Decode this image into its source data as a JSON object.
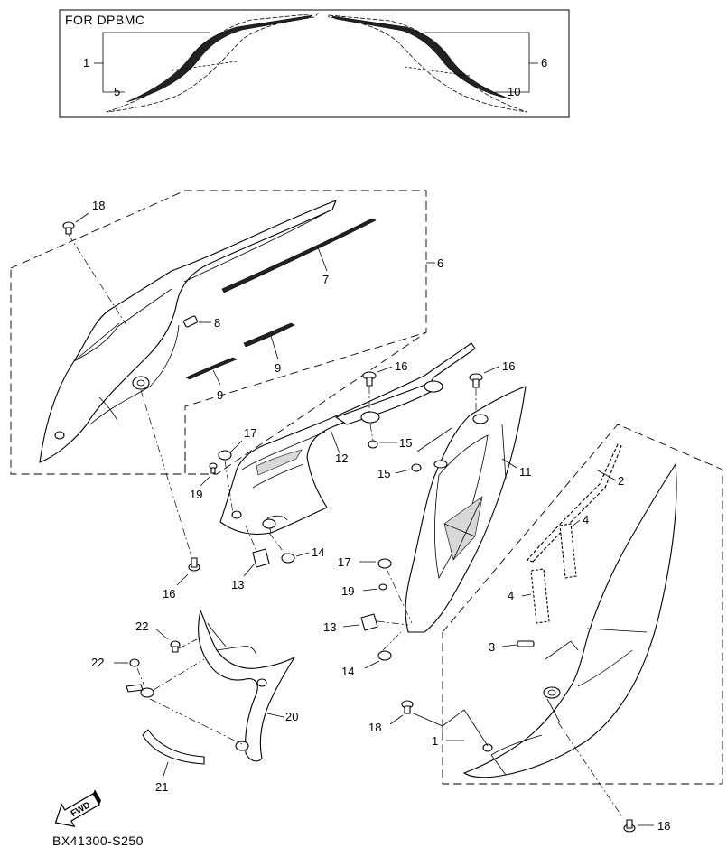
{
  "inset": {
    "title": "FOR DPBMC"
  },
  "callouts": {
    "c1_inset": "1",
    "c5": "5",
    "c6_inset": "6",
    "c10": "10",
    "c18_top": "18",
    "c6": "6",
    "c7": "7",
    "c8": "8",
    "c9_a": "9",
    "c9_b": "9",
    "c16_a": "16",
    "c16_b": "16",
    "c16_c": "16",
    "c17_a": "17",
    "c17_b": "17",
    "c12": "12",
    "c15_a": "15",
    "c15_b": "15",
    "c11": "11",
    "c19_a": "19",
    "c19_b": "19",
    "c13_a": "13",
    "c13_b": "13",
    "c14_a": "14",
    "c14_b": "14",
    "c2": "2",
    "c4_a": "4",
    "c4_b": "4",
    "c3": "3",
    "c22_a": "22",
    "c22_b": "22",
    "c20": "20",
    "c21": "21",
    "c1": "1",
    "c18_mid": "18",
    "c18_bot": "18"
  },
  "fwd_arrow": {
    "label": "FWD"
  },
  "diagram_code": "BX41300-S250"
}
